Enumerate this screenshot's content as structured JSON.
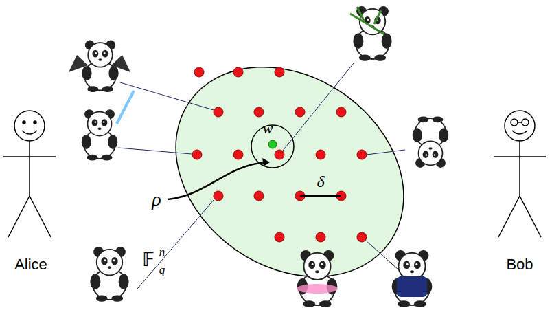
{
  "diagram": {
    "labels": [
      "Alice",
      "Bob",
      "w",
      "ρ",
      "δ",
      "𝔽",
      "q",
      "n"
    ]
  }
}
